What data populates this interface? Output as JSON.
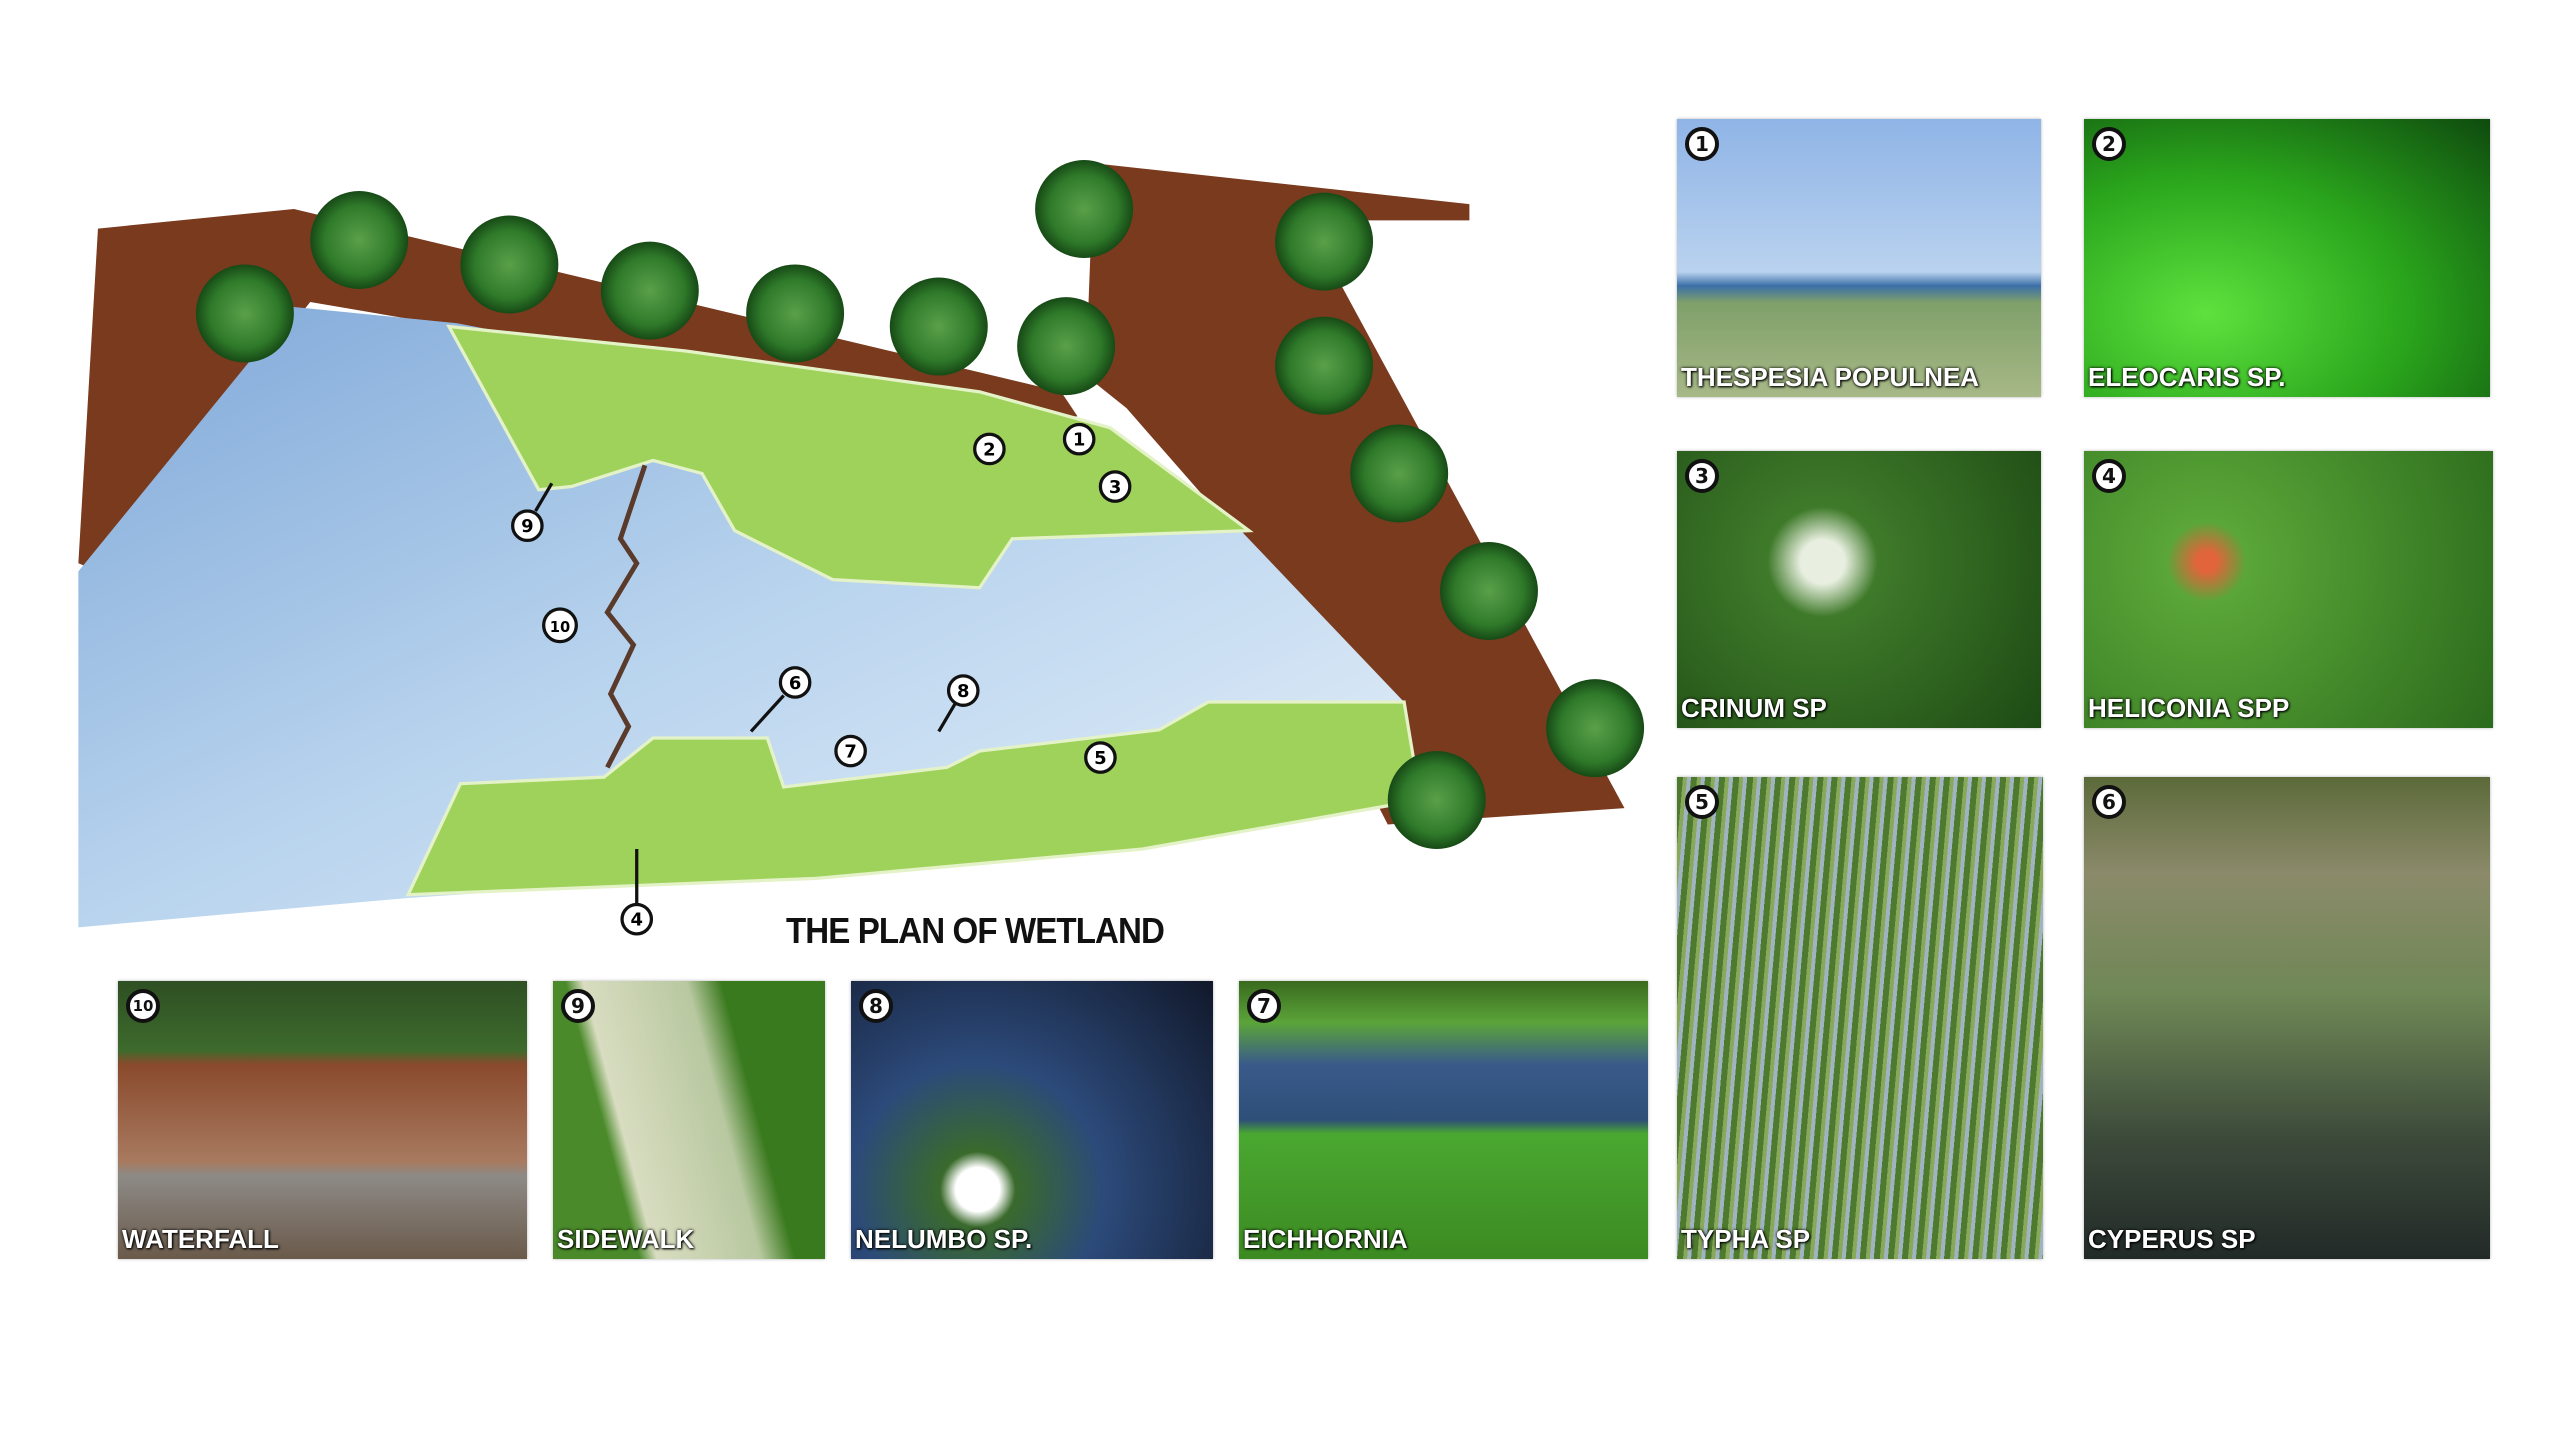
{
  "title": "THE PLAN OF WETLAND",
  "plan_markers": [
    "1",
    "2",
    "3",
    "4",
    "5",
    "6",
    "7",
    "8",
    "9",
    "10"
  ],
  "photos": [
    {
      "num": "1",
      "label": "THESPESIA POPULNEA"
    },
    {
      "num": "2",
      "label": "ELEOCARIS SP."
    },
    {
      "num": "3",
      "label": "CRINUM SP"
    },
    {
      "num": "4",
      "label": "HELICONIA SPP"
    },
    {
      "num": "5",
      "label": "TYPHA SP"
    },
    {
      "num": "6",
      "label": "CYPERUS SP"
    },
    {
      "num": "10",
      "label": "WATERFALL"
    },
    {
      "num": "9",
      "label": "SIDEWALK"
    },
    {
      "num": "8",
      "label": "NELUMBO SP."
    },
    {
      "num": "7",
      "label": "EICHHORNIA"
    }
  ],
  "colors": {
    "deck": "#7a3a1e",
    "water": "#a9c9e8",
    "grass": "#9fd25a",
    "tree": "#2f7a2a"
  }
}
